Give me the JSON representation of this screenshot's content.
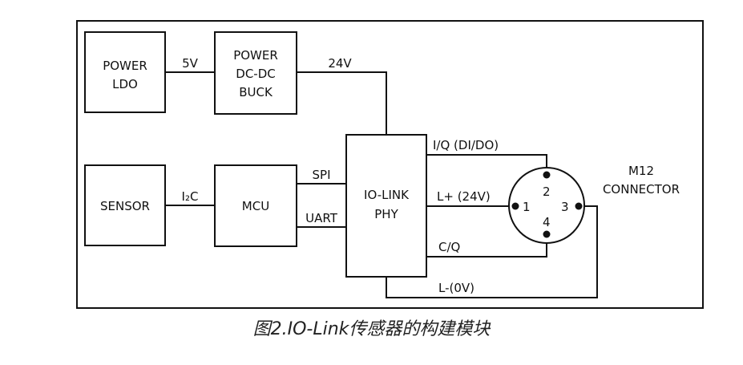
{
  "diagram": {
    "blocks": {
      "power_ldo": [
        "POWER",
        "LDO"
      ],
      "power_buck": [
        "POWER",
        "DC-DC",
        "BUCK"
      ],
      "sensor": [
        "SENSOR"
      ],
      "mcu": [
        "MCU"
      ],
      "iolink_phy": [
        "IO-LINK",
        "PHY"
      ],
      "connector": [
        "M12",
        "CONNECTOR"
      ]
    },
    "signals": {
      "v5": "5V",
      "v24": "24V",
      "i2c": "I₂C",
      "spi": "SPI",
      "uart": "UART",
      "iq": "I/Q (DI/DO)",
      "lplus": "L+ (24V)",
      "cq": "C/Q",
      "lminus": "L-(0V)"
    },
    "pins": [
      "1",
      "2",
      "3",
      "4"
    ]
  },
  "caption": "图2.IO-Link传感器的构建模块"
}
